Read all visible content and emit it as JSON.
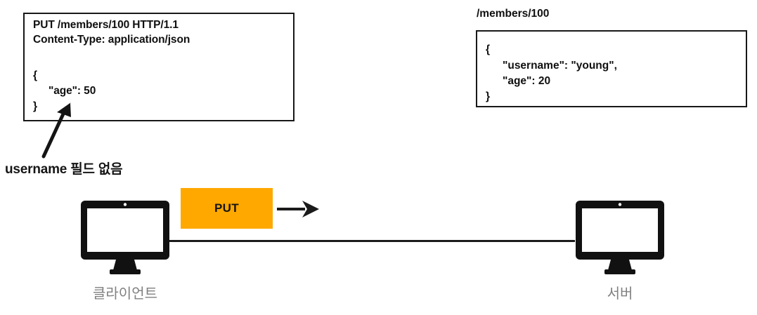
{
  "diagram": {
    "title": "HTTP PUT request diagram",
    "accent_color": "#ffa800",
    "line_color": "#1b1b1b",
    "label_color": "#808080"
  },
  "request_box": {
    "start_line": "PUT /members/100 HTTP/1.1",
    "content_type": "Content-Type: application/json",
    "body_open": "{",
    "body_age": "\"age\": 50",
    "body_close": "}"
  },
  "annotation": {
    "text": "username 필드 없음"
  },
  "resource": {
    "label": "/members/100",
    "body_open": "{",
    "username": "\"username\": \"young\",",
    "age": "\"age\": 20",
    "body_close": "}"
  },
  "flow": {
    "method": "PUT"
  },
  "nodes": {
    "client_label": "클라이언트",
    "server_label": "서버"
  }
}
